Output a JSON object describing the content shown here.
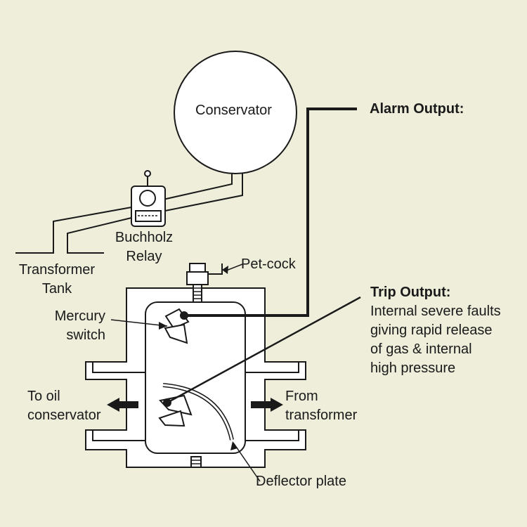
{
  "labels": {
    "conservator": "Conservator",
    "alarm_output": "Alarm Output:",
    "buchholz_line1": "Buchholz",
    "buchholz_line2": "Relay",
    "transformer_tank_line1": "Transformer",
    "transformer_tank_line2": "Tank",
    "pet_cock": "Pet-cock",
    "trip_output_title": "Trip Output:",
    "trip_output_desc": [
      "Internal severe faults",
      "giving rapid release",
      "of gas & internal",
      "high pressure"
    ],
    "mercury_switch_line1": "Mercury",
    "mercury_switch_line2": "switch",
    "to_oil_line1": "To oil",
    "to_oil_line2": "conservator",
    "from_transformer_line1": "From",
    "from_transformer_line2": "transformer",
    "deflector_plate": "Deflector plate"
  },
  "colors": {
    "background": "#eeeedb",
    "line": "#1a1a1a",
    "fill": "#ffffff"
  }
}
